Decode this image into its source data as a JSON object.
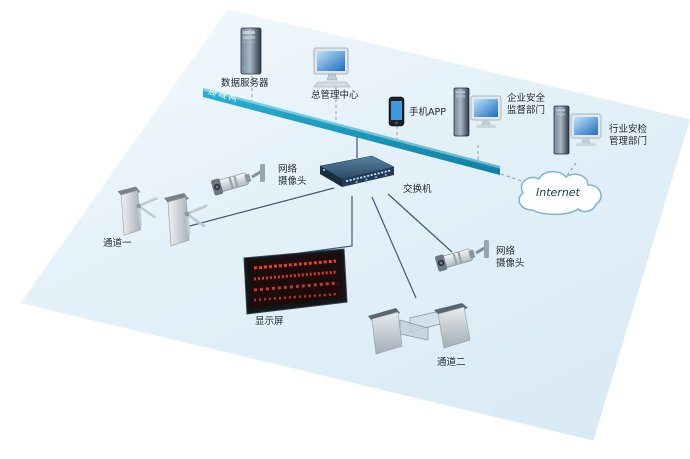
{
  "diagram": {
    "title": "",
    "nodes": {
      "data_server": {
        "label": "数据服务器"
      },
      "mgmt_center": {
        "label": "总管理中心"
      },
      "mobile_app": {
        "label": "手机APP"
      },
      "enterprise_dept": {
        "label": "企业安全\n监督部门"
      },
      "industry_dept": {
        "label": "行业安检\n管理部门"
      },
      "lan": {
        "label": "局域网"
      },
      "switch": {
        "label": "交换机"
      },
      "internet": {
        "label": "Internet"
      },
      "camera_left": {
        "label": "网络\n摄像头"
      },
      "camera_right": {
        "label": "网络\n摄像头"
      },
      "channel1": {
        "label": "通道一"
      },
      "display": {
        "label": "显示屏"
      },
      "channel2": {
        "label": "通道二"
      }
    },
    "colors": {
      "lan_bar": "#1593b7",
      "screen_blue": "#1e6bc0",
      "led_red": "#f03a2e",
      "plane": "#e3f0f8",
      "wire": "#3f5a72",
      "dashed": "#7d9cb5"
    }
  }
}
